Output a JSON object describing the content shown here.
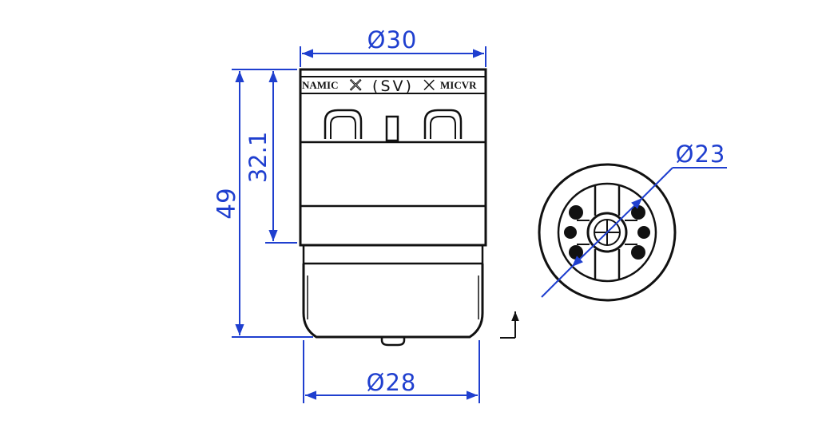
{
  "diagram": {
    "front_view": {
      "top_diameter": "Ø30",
      "bottom_diameter": "Ø28",
      "total_height": "49",
      "body_height": "32.1",
      "marking": {
        "left": "NAMIC",
        "center": "(SV)",
        "right": "MICVR"
      }
    },
    "end_view": {
      "inner_diameter": "Ø23"
    }
  },
  "colors": {
    "dimension": "#1f3fcf",
    "ink": "#111111",
    "background": "#ffffff"
  }
}
